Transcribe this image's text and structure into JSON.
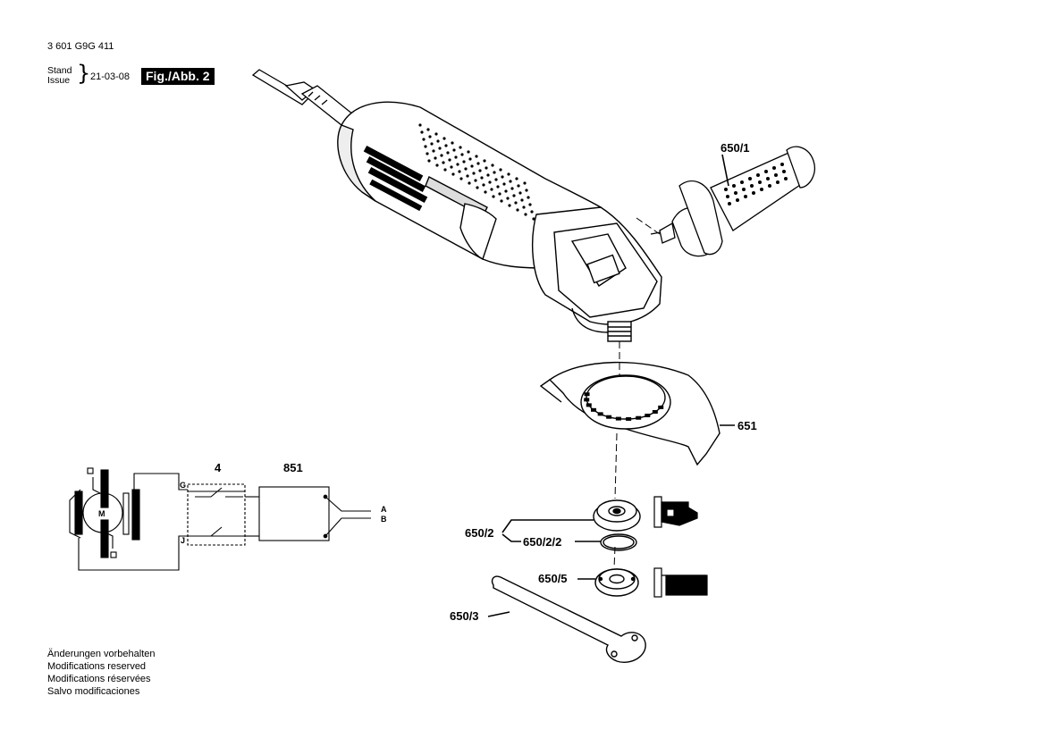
{
  "header": {
    "doc_number": "3 601 G9G 411",
    "stand_label": "Stand",
    "issue_label": "Issue",
    "issue_date": "21-03-08",
    "figure_label": "Fig./Abb. 2"
  },
  "parts": {
    "handle": "650/1",
    "guard": "651",
    "flange": "650/2",
    "oring": "650/2/2",
    "nut": "650/5",
    "spanner": "650/3"
  },
  "wiring": {
    "switch_label": "4",
    "suppressor_label": "851",
    "motor_label": "M",
    "terminal_g": "G",
    "terminal_j": "J",
    "terminal_a": "A",
    "terminal_b": "B"
  },
  "notes": [
    "Änderungen vorbehalten",
    "Modifications reserved",
    "Modifications réservées",
    "Salvo modificaciones"
  ]
}
